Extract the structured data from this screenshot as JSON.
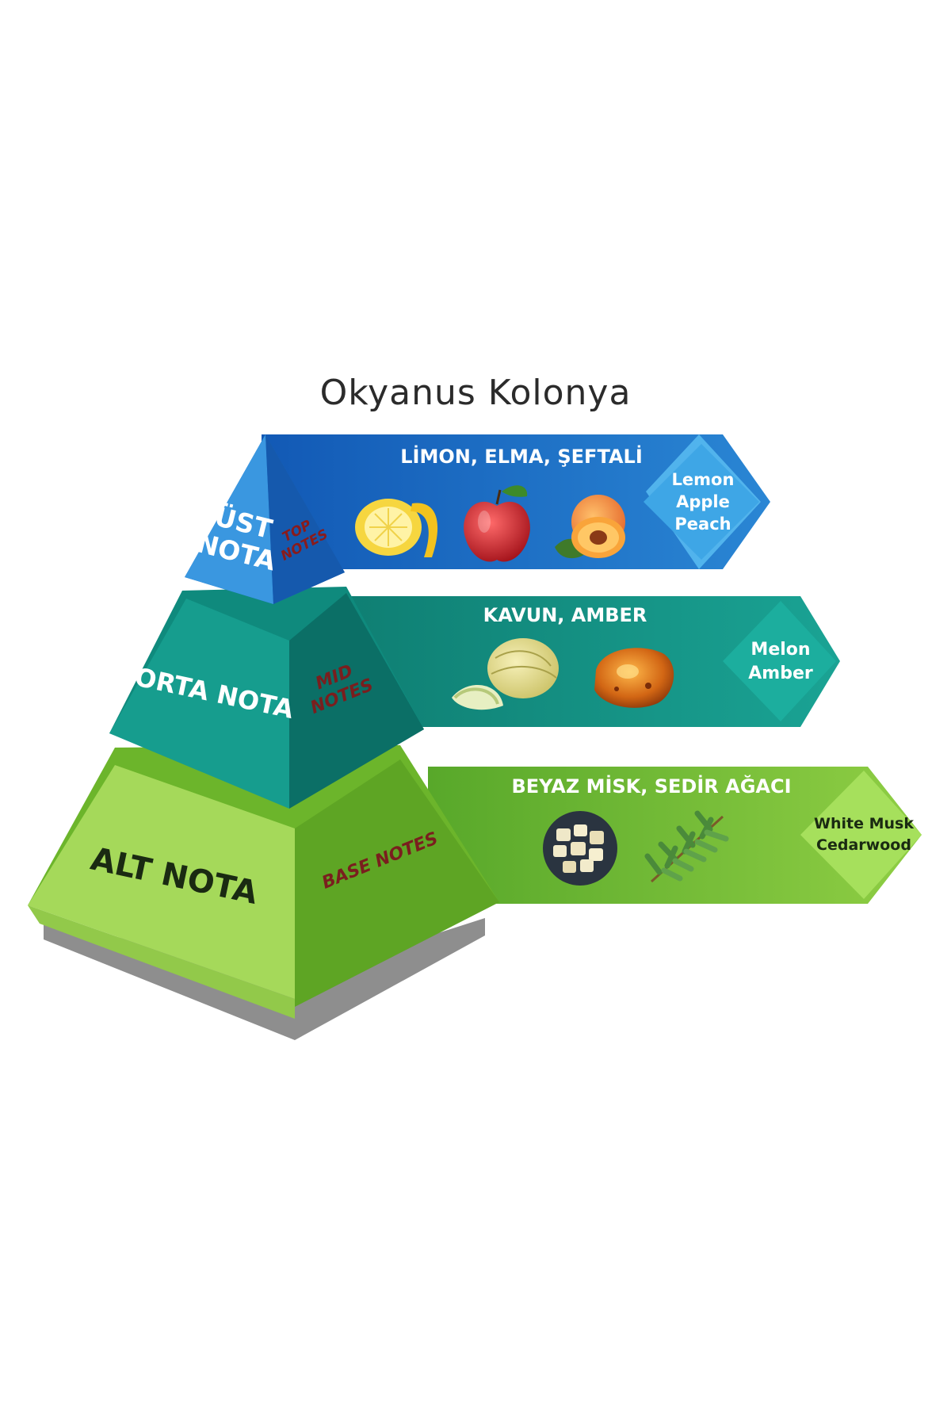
{
  "title": "Okyanus Kolonya",
  "tiers": [
    {
      "id": "top",
      "label_tr": [
        "ÜST",
        "NOTA"
      ],
      "label_en": [
        "TOP",
        "NOTES"
      ],
      "ingredients_tr": "LİMON, ELMA, ŞEFTALİ",
      "ingredients_en": [
        "Lemon",
        "Apple",
        "Peach"
      ],
      "icons": [
        "lemon-icon",
        "apple-icon",
        "peach-icon"
      ],
      "color": "#1e74c8"
    },
    {
      "id": "mid",
      "label_tr": [
        "ORTA NOTA"
      ],
      "label_en": [
        "MID",
        "NOTES"
      ],
      "ingredients_tr": "KAVUN, AMBER",
      "ingredients_en": [
        "Melon",
        "Amber"
      ],
      "icons": [
        "melon-icon",
        "amber-icon"
      ],
      "color": "#13988a"
    },
    {
      "id": "base",
      "label_tr": [
        "ALT NOTA"
      ],
      "label_en": [
        "BASE NOTES"
      ],
      "ingredients_tr": "BEYAZ MİSK, SEDİR AĞACI",
      "ingredients_en": [
        "White Musk",
        "Cedarwood"
      ],
      "icons": [
        "white-musk-icon",
        "cedarwood-icon"
      ],
      "color": "#7cc13a"
    }
  ]
}
